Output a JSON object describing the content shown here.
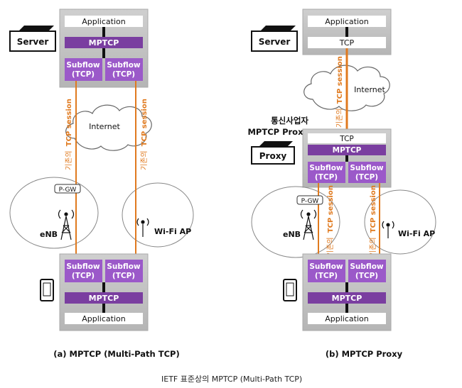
{
  "left": {
    "server_label": "Server",
    "app": "Application",
    "mptcp": "MPTCP",
    "subflow1": [
      "Subflow",
      "(TCP)"
    ],
    "subflow2": [
      "Subflow",
      "(TCP)"
    ],
    "internet": "Internet",
    "session_label_prefix": "기존의",
    "session_label_main": "TCP session",
    "pgw": "P-GW",
    "enb": "eNB",
    "wifi": "Wi-Fi AP",
    "client_subflow1": [
      "Subflow",
      "(TCP)"
    ],
    "client_subflow2": [
      "Subflow",
      "(TCP)"
    ],
    "client_mptcp": "MPTCP",
    "client_app": "Application",
    "caption": "(a) MPTCP (Multi-Path TCP)"
  },
  "right": {
    "server_label": "Server",
    "app": "Application",
    "tcp": "TCP",
    "internet": "Internet",
    "session_label_prefix": "기존의",
    "session_label_main": "TCP session",
    "proxy_title_line1": "통신사업자",
    "proxy_title_line2": "MPTCP Proxy",
    "proxy_label": "Proxy",
    "proxy_tcp": "TCP",
    "proxy_mptcp": "MPTCP",
    "proxy_subflow1": [
      "Subflow",
      "(TCP)"
    ],
    "proxy_subflow2": [
      "Subflow",
      "(TCP)"
    ],
    "pgw": "P-GW",
    "enb": "eNB",
    "wifi": "Wi-Fi AP",
    "client_subflow1": [
      "Subflow",
      "(TCP)"
    ],
    "client_subflow2": [
      "Subflow",
      "(TCP)"
    ],
    "client_mptcp": "MPTCP",
    "client_app": "Application",
    "caption": "(b) MPTCP Proxy"
  },
  "figure_note": "IETF 표준상의 MPTCP (Multi-Path TCP)",
  "colors": {
    "stack_bg": "#c0c0c0",
    "purple": "#7a3ea0",
    "subflow": "#9b59c9",
    "orange": "#e07a1f",
    "text_dark": "#111111",
    "cloud_stroke": "#666666"
  }
}
